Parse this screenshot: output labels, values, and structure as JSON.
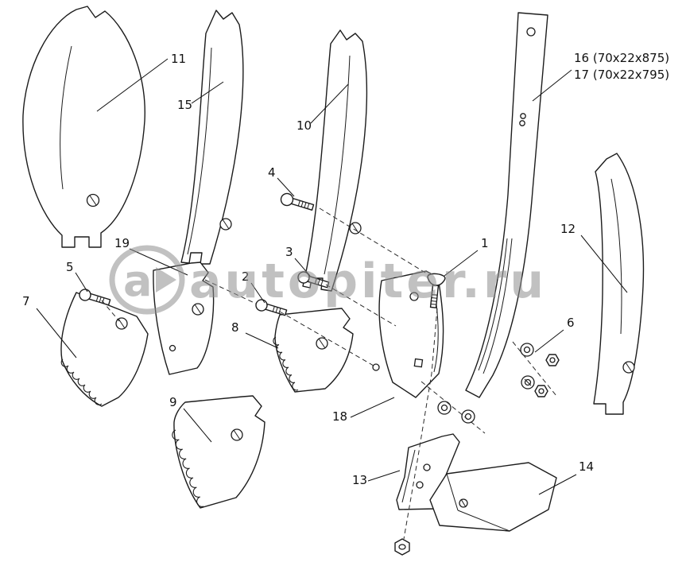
{
  "watermark": {
    "logo_letter": "a",
    "text": "autopiter.ru"
  },
  "labels": [
    {
      "id": "11",
      "label": "11"
    },
    {
      "id": "15",
      "label": "15"
    },
    {
      "id": "10",
      "label": "10"
    },
    {
      "id": "16",
      "label": "16 (70x22x875)"
    },
    {
      "id": "17",
      "label": "17 (70x22x795)"
    },
    {
      "id": "4",
      "label": "4"
    },
    {
      "id": "12",
      "label": "12"
    },
    {
      "id": "1",
      "label": "1"
    },
    {
      "id": "3",
      "label": "3"
    },
    {
      "id": "19",
      "label": "19"
    },
    {
      "id": "2",
      "label": "2"
    },
    {
      "id": "5",
      "label": "5"
    },
    {
      "id": "7",
      "label": "7"
    },
    {
      "id": "8",
      "label": "8"
    },
    {
      "id": "6",
      "label": "6"
    },
    {
      "id": "9",
      "label": "9"
    },
    {
      "id": "18",
      "label": "18"
    },
    {
      "id": "13",
      "label": "13"
    },
    {
      "id": "14",
      "label": "14"
    }
  ]
}
